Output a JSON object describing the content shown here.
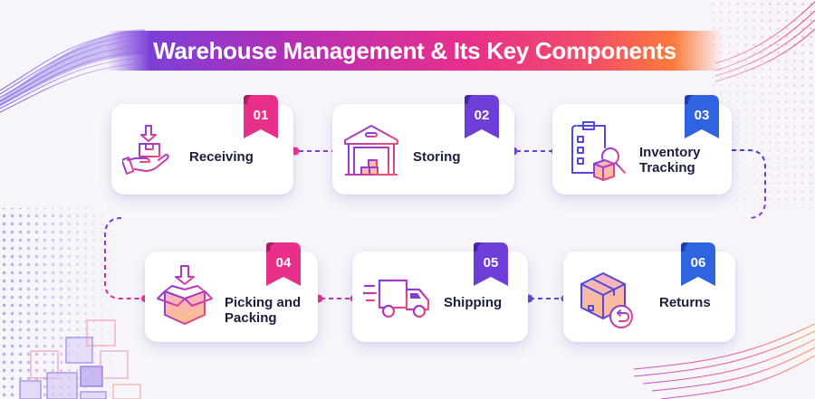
{
  "title": "Warehouse Management & Its Key Components",
  "colors": {
    "background": "#f7f4fa",
    "label_text": "#1a1f3d",
    "pink": "#e8308a",
    "violet": "#6d3fd8",
    "blue": "#2f63e0",
    "orange": "#fb7a3c"
  },
  "steps": [
    {
      "number": "01",
      "label": "Receiving",
      "icon": "hand-receiving-box-icon",
      "ribbon_color": "#e8308a"
    },
    {
      "number": "02",
      "label": "Storing",
      "icon": "warehouse-icon",
      "ribbon_color": "#6d3fd8"
    },
    {
      "number": "03",
      "label_line1": "Inventory",
      "label_line2": "Tracking",
      "icon": "clipboard-search-box-icon",
      "ribbon_color": "#2f63e0"
    },
    {
      "number": "04",
      "label_line1": "Picking and",
      "label_line2": "Packing",
      "icon": "open-box-arrow-icon",
      "ribbon_color": "#e8308a"
    },
    {
      "number": "05",
      "label": "Shipping",
      "icon": "delivery-truck-icon",
      "ribbon_color": "#6d3fd8"
    },
    {
      "number": "06",
      "label": "Returns",
      "icon": "box-return-icon",
      "ribbon_color": "#2f63e0"
    }
  ]
}
